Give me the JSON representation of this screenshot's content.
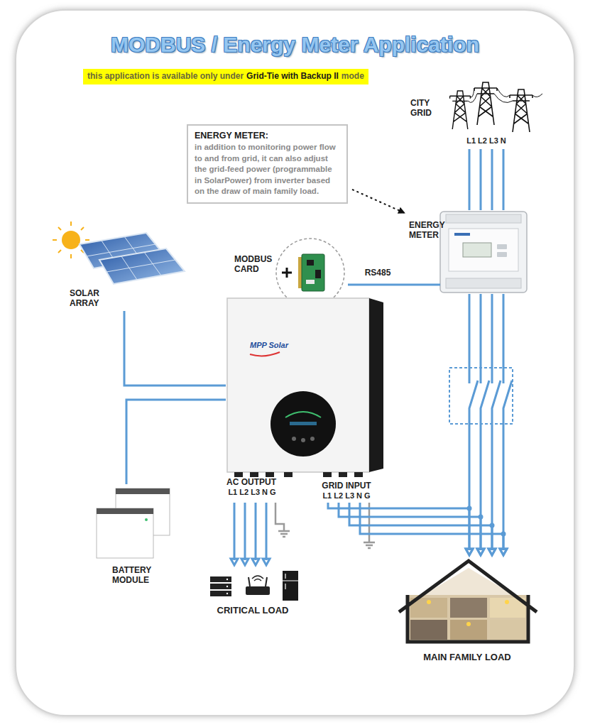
{
  "diagram": {
    "title": "MODBUS / Energy Meter Application",
    "nodes": [
      {
        "text": [
          "this application is available only under",
          "Grid-Tie with Backup II",
          "mode"
        ]
      },
      {
        "text": [
          "CITY GRID"
        ]
      },
      {
        "text": [
          "ENERGY METER:",
          "in addition to monitoring power flow to and from grid, it can also adjust the grid-feed power (programmable in SolarPower) from inverter based on the draw of main family load."
        ]
      },
      {
        "text": [
          "ENERGY METER"
        ]
      },
      {
        "text": [
          "MODBUS CARD"
        ]
      },
      {
        "text": [
          "SOLAR ARRAY"
        ]
      },
      {
        "text": [
          "MPP Solar"
        ]
      },
      {
        "text": [
          "BATTERY MODULE"
        ]
      },
      {
        "text": [
          "CRITICAL LOAD"
        ]
      },
      {
        "text": [
          "MAIN FAMILY LOAD"
        ]
      }
    ],
    "edges": [
      {
        "from": 2,
        "to": 3,
        "arrow": "to"
      },
      {
        "from": 1,
        "to": 3,
        "arrow": "none"
      },
      {
        "from": 3,
        "to": 4,
        "label": "RS485",
        "arrow": "none"
      },
      {
        "from": 5,
        "to": 6,
        "arrow": "none"
      },
      {
        "from": 7,
        "to": 6,
        "arrow": "none"
      },
      {
        "from": 6,
        "to": 8,
        "arrow": "to"
      },
      {
        "from": 3,
        "to": 9,
        "arrow": "to"
      },
      {
        "from": 6,
        "to": 9,
        "arrow": "to"
      }
    ],
    "labels": [
      "L1 L2 L3 N",
      "AC OUTPUT",
      "L1 L2 L3 N G",
      "GRID INPUT",
      "L1 L2 L3 N G"
    ]
  }
}
